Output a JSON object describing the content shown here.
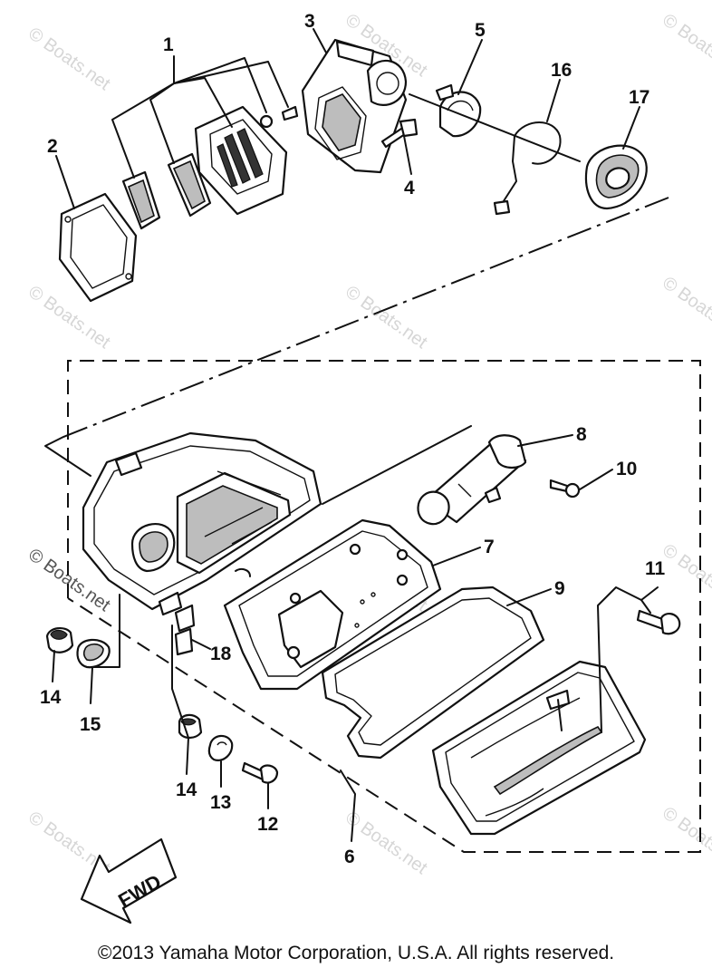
{
  "watermark": "© Boats.net",
  "direction_label": "FWD",
  "callouts": [
    "1",
    "2",
    "3",
    "4",
    "5",
    "6",
    "7",
    "8",
    "9",
    "10",
    "11",
    "12",
    "13",
    "14",
    "14",
    "15",
    "16",
    "17",
    "18"
  ],
  "copyright": "©2013 Yamaha Motor Corporation, U.S.A. All rights reserved."
}
